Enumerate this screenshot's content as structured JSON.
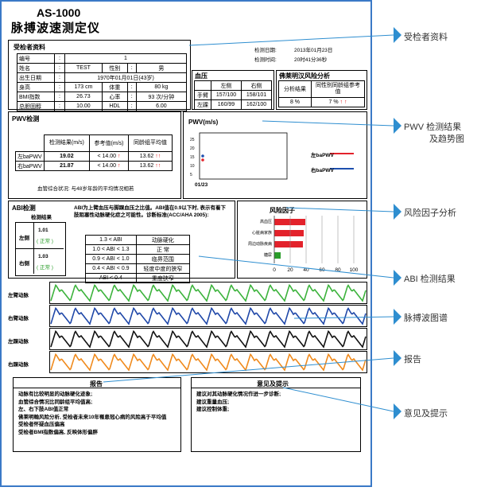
{
  "header": {
    "model": "AS-1000",
    "title": "脉搏波速测定仪"
  },
  "subject": {
    "section_title": "受检者资料",
    "rows": [
      {
        "label": "编号",
        "value": "1"
      },
      {
        "label": "姓名",
        "value": "TEST",
        "extra_label": "性别",
        "extra_value": "男"
      },
      {
        "label": "出生日期",
        "value": "1970年01月01日(43岁)"
      },
      {
        "label": "身高",
        "value": "173  cm",
        "extra_label": "体重",
        "extra_value": "80  kg"
      },
      {
        "label": "BMI指数",
        "value": "26.73",
        "extra_label": "心率",
        "extra_value": "93  次/分钟"
      },
      {
        "label": "总胆固醇",
        "value": "10.00",
        "extra_label": "HDL",
        "extra_value": "6.00"
      }
    ],
    "colon": ":"
  },
  "exam_info": {
    "date_label": "检测日期:",
    "date_value": "2013年01月23日",
    "time_label": "检测时间:",
    "time_value": "20时41分36秒"
  },
  "blood_pressure": {
    "title": "血压",
    "col_left": "左侧",
    "col_right": "右侧",
    "row1_label": "手臂",
    "row1_left": "157/100",
    "row1_right": "158/101",
    "row2_label": "左踝",
    "row2_left": "160/99",
    "row2_right": "162/100"
  },
  "framingham": {
    "title": "佛莱明汉风险分析",
    "col1": "分析结果",
    "col2": "同性别同龄组参考值",
    "val1": "8 %",
    "val2": "7 %",
    "arrows": "↑ ↑"
  },
  "pwv": {
    "title": "PWV检测",
    "col_result": "检测结果(m/s)",
    "col_ref": "参考值(m/s)",
    "col_avg": "同龄组平均值",
    "rows": [
      {
        "label": "左baPWV",
        "result": "19.02",
        "ref": "< 14.00",
        "avg": "13.62"
      },
      {
        "label": "右baPWV",
        "result": "21.87",
        "ref": "< 14.00",
        "avg": "13.62"
      }
    ],
    "arrow": "↑",
    "comment": "血管综合状况: 与48岁年龄的平均情况相若"
  },
  "pwv_trend": {
    "title": "PWV(m/s)",
    "legend_left": "左baPWV",
    "legend_right": "右baPWV",
    "date": "01/23",
    "color_left": "#e3222b",
    "color_right": "#1d4fae",
    "ticks": [
      "25",
      "20",
      "15",
      "10",
      "5"
    ]
  },
  "abi": {
    "title": "ABI检测",
    "result_label": "检测结果",
    "left_label": "左侧",
    "left_value": "1.01",
    "left_status": "( 正常 )",
    "right_label": "右侧",
    "right_value": "1.03",
    "right_status": "( 正常 )",
    "description": "ABI为上臂血压与脚踝血压之比值。ABI值在0.9以下时, 表示有着下肢阻塞性动脉硬化症之可能性。诊断标准(ACC/AHA 2005):",
    "criteria": [
      {
        "range": "1.3 < ABI",
        "meaning": "动脉硬化"
      },
      {
        "range": "1.0 < ABI < 1.3",
        "meaning": "正 常"
      },
      {
        "range": "0.9 < ABI < 1.0",
        "meaning": "临界范围"
      },
      {
        "range": "0.4 < ABI < 0.9",
        "meaning": "轻度中度的狭窄"
      },
      {
        "range": "ABI < 0.4",
        "meaning": "重度狭窄"
      }
    ]
  },
  "risk": {
    "title": "风险因子",
    "items": [
      {
        "label": "高血压",
        "value": 39,
        "color": "#e3222b"
      },
      {
        "label": "心脏病家族",
        "value": 37,
        "color": "#e3222b"
      },
      {
        "label": "周边动脉疾病",
        "value": 36,
        "color": "#e3222b"
      },
      {
        "label": "糖尿",
        "value": 8,
        "color": "#2a9d2a"
      }
    ],
    "ticks": [
      "0",
      "20",
      "40",
      "60",
      "80",
      "100"
    ]
  },
  "waves": [
    {
      "label": "左臂动脉",
      "color": "#3bb23b"
    },
    {
      "label": "右臂动脉",
      "color": "#1f47a8"
    },
    {
      "label": "左踝动脉",
      "color": "#111111"
    },
    {
      "label": "右踝动脉",
      "color": "#f08a1c"
    }
  ],
  "report_box": {
    "title": "报告",
    "lines": [
      "动脉有比较明显的动脉硬化迹象;",
      "血管综合情况比同龄组平均值高;",
      "左、右下肢ABI值正常",
      "佛莱明翰风险分析, 受检者未来10年罹患冠心病的风险高于平均值",
      "受检者怀疑血压偏高",
      "受检者BMI指数偏高, 反映体形偏胖"
    ]
  },
  "advice_box": {
    "title": "意见及提示",
    "lines": [
      "建议对其动脉硬化情况作进一步诊断;",
      "建议重量血压;",
      "建议控制体重;"
    ]
  },
  "callouts": {
    "subject": "受检者资料",
    "pwv": "PWV 检测结果",
    "pwv2": "及趋势图",
    "risk": "风险因子分析",
    "abi": "ABI 检测结果",
    "wave": "脉搏波图谱",
    "report": "报告",
    "advice": "意见及提示"
  },
  "callout_color": "#2e8ed0"
}
